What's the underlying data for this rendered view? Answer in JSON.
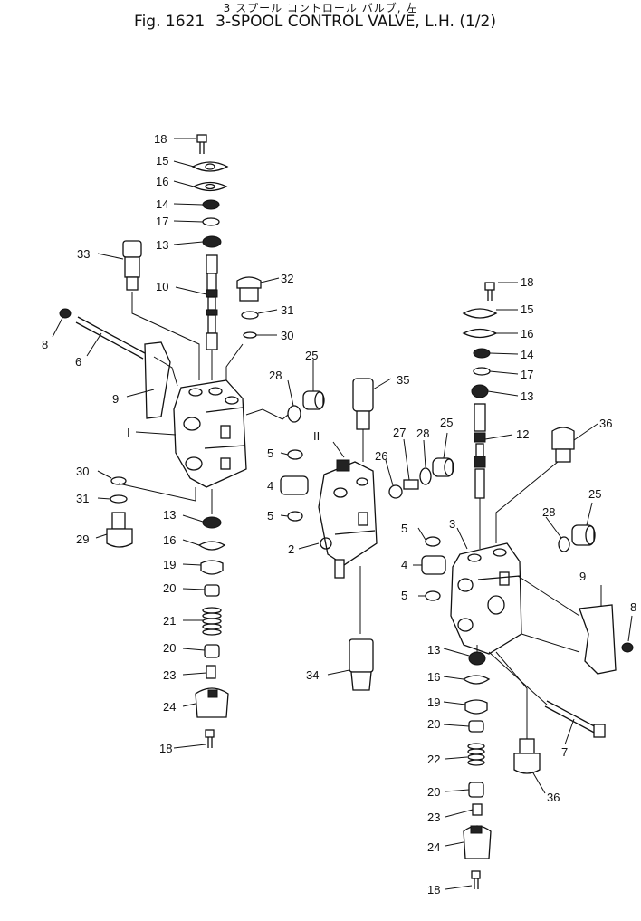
{
  "header": {
    "japanese_title": "3 スプール コントロール バルブ, 左",
    "fig_label": "Fig. 1621",
    "title": "3-SPOOL CONTROL VALVE, L.H. (1/2)"
  },
  "callouts": {
    "left_stack": [
      "18",
      "15",
      "16",
      "14",
      "17",
      "13",
      "10",
      "33",
      "32",
      "31",
      "30",
      "8",
      "6",
      "9",
      "I",
      "28",
      "25",
      "30",
      "31",
      "29",
      "13",
      "16",
      "19",
      "20",
      "21",
      "20",
      "23",
      "24",
      "18"
    ],
    "middle_stack": [
      "35",
      "II",
      "5",
      "4",
      "5",
      "2",
      "26",
      "27",
      "28",
      "25",
      "34"
    ],
    "right_stack": [
      "18",
      "15",
      "16",
      "14",
      "17",
      "13",
      "12",
      "36",
      "3",
      "28",
      "25",
      "5",
      "4",
      "5",
      "9",
      "8",
      "13",
      "16",
      "19",
      "20",
      "22",
      "20",
      "23",
      "24",
      "18",
      "7",
      "36"
    ]
  },
  "colors": {
    "ink": "#111111",
    "paper": "#ffffff"
  }
}
